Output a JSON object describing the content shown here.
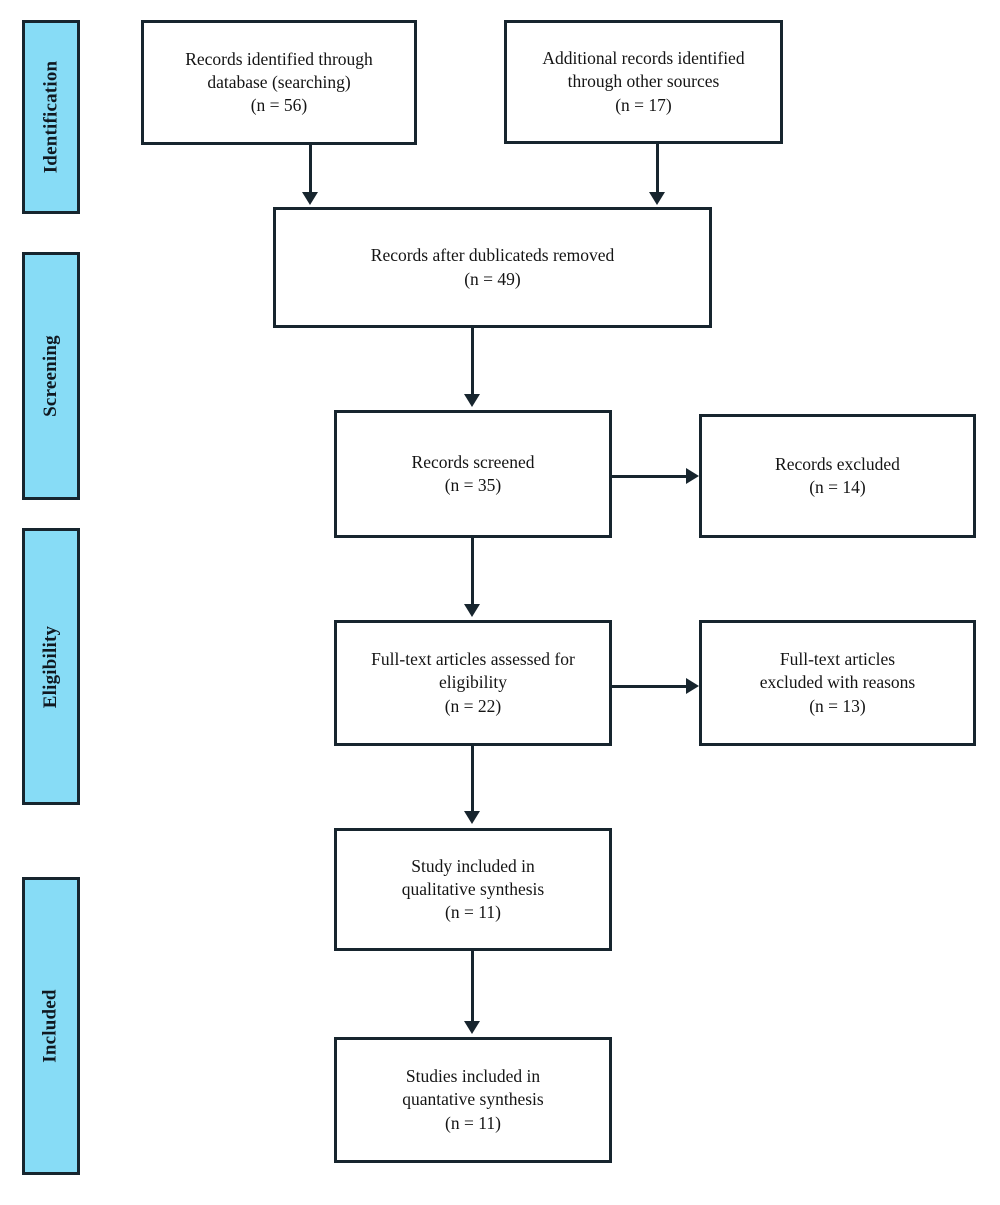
{
  "figure": {
    "type": "prisma-flow-diagram",
    "accent_color": "#87DCF6",
    "line_color": "#17252e",
    "background_color": "#ffffff"
  },
  "stages": [
    {
      "id": "identification",
      "label": "Identification"
    },
    {
      "id": "screening",
      "label": "Screening"
    },
    {
      "id": "eligibility",
      "label": "Eligibility"
    },
    {
      "id": "included",
      "label": "Included"
    }
  ],
  "boxes": {
    "records_identified": {
      "text": "Records identified through\ndatabase (searching)\n(n = 56)",
      "line1": "Records identified through",
      "line2": "database (searching)",
      "count_label": "(n = 56)",
      "count": 56
    },
    "additional_records": {
      "text": "Additional records identified\nthrough other sources\n(n = 17)",
      "line1": "Additional records identified",
      "line2": "through other sources",
      "count_label": "(n = 17)",
      "count": 17
    },
    "after_duplicates": {
      "text": "Records after dublicateds removed\n(n = 49)",
      "line1": "Records after dublicateds removed",
      "count_label": "(n = 49)",
      "count": 49
    },
    "records_screened": {
      "text": "Records screened\n(n = 35)",
      "line1": "Records screened",
      "count_label": "(n = 35)",
      "count": 35
    },
    "records_excluded": {
      "text": "Records excluded\n(n = 14)",
      "line1": "Records excluded",
      "count_label": "(n = 14)",
      "count": 14
    },
    "fulltext_assessed": {
      "text": "Full-text articles assessed for\neligibility\n(n = 22)",
      "line1": "Full-text articles assessed for",
      "line2": "eligibility",
      "count_label": "(n = 22)",
      "count": 22
    },
    "fulltext_excluded": {
      "text": "Full-text articles\nexcluded with reasons\n(n = 13)",
      "line1": "Full-text articles",
      "line2": "excluded with reasons",
      "count_label": "(n = 13)",
      "count": 13
    },
    "qualitative_synthesis": {
      "text": "Study included in\nqualitative synthesis\n(n = 11)",
      "line1": "Study included in",
      "line2": "qualitative synthesis",
      "count_label": "(n = 11)",
      "count": 11
    },
    "quantitative_synthesis": {
      "text": "Studies included in\nquantative synthesis\n(n = 11)",
      "line1": "Studies included in",
      "line2": "quantative synthesis",
      "count_label": "(n = 11)",
      "count": 11
    }
  }
}
